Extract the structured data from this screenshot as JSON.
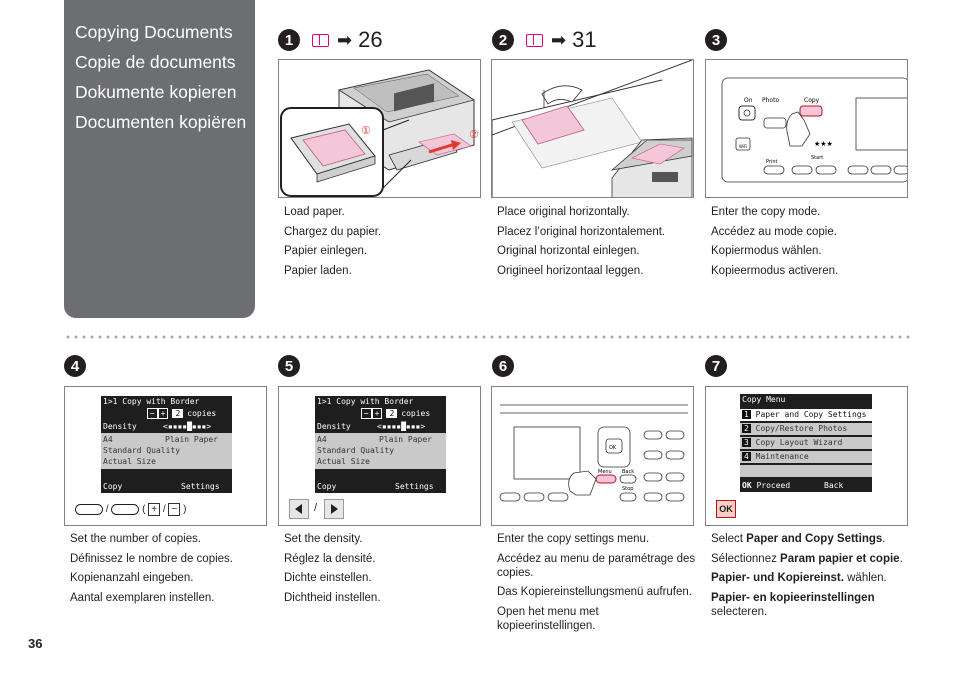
{
  "sidebar": {
    "titles": [
      "Copying Documents",
      "Copie de documents",
      "Dokumente kopieren",
      "Documenten kopiëren"
    ]
  },
  "steps": {
    "s1": {
      "num": "1",
      "ref": "26"
    },
    "s2": {
      "num": "2",
      "ref": "31"
    },
    "s3": {
      "num": "3"
    },
    "s4": {
      "num": "4"
    },
    "s5": {
      "num": "5"
    },
    "s6": {
      "num": "6"
    },
    "s7": {
      "num": "7"
    }
  },
  "captions": {
    "s1": [
      "Load paper.",
      "Chargez du papier.",
      "Papier einlegen.",
      "Papier laden."
    ],
    "s2": [
      "Place original horizontally.",
      "Placez l’original horizontalement.",
      "Original horizontal einlegen.",
      "Origineel horizontaal leggen."
    ],
    "s3": [
      "Enter the copy mode.",
      "Accédez au mode copie.",
      "Kopiermodus wählen.",
      "Kopieermodus activeren."
    ],
    "s4": [
      "Set the number of copies.",
      "Définissez le nombre de copies.",
      "Kopienanzahl eingeben.",
      "Aantal exemplaren instellen."
    ],
    "s5": [
      "Set the density.",
      "Réglez la densité.",
      "Dichte einstellen.",
      "Dichtheid instellen."
    ],
    "s6": [
      "Enter the copy settings menu.",
      "Accédez au menu de paramétrage des copies.",
      "Das Kopiereinstellungsmenü aufrufen.",
      "Open het menu met kopieerinstellingen."
    ],
    "s7": [
      {
        "pre": "Select ",
        "bold": "Paper and Copy Settings",
        "post": "."
      },
      {
        "pre": "Sélectionnez ",
        "bold": "Param papier et copie",
        "post": "."
      },
      {
        "pre": "",
        "bold": "Papier- und Kopiereinst.",
        "post": " wählen."
      },
      {
        "pre": "",
        "bold": "Papier- en kopieerinstellingen",
        "post": " selecteren."
      }
    ]
  },
  "figure1": {
    "callout1": "①",
    "callout2": "②"
  },
  "panel3": {
    "on": "On",
    "photo": "Photo",
    "copy": "Copy",
    "print": "Print",
    "start": "Start",
    "wifi": "WiFi"
  },
  "lcd": {
    "header": "1>1 Copy with Border",
    "copies_value": "2",
    "copies_label": "copies",
    "density": "Density",
    "paper_size": "A4",
    "paper_type": "Plain Paper",
    "quality": "Standard Quality",
    "size": "Actual Size",
    "copy_btn": "Copy",
    "settings_btn": "Settings"
  },
  "step4_keys": {
    "sep": "/",
    "open": "(",
    "close": ")",
    "plus": "+",
    "minus": "−"
  },
  "step5_keys": {
    "sep": "/"
  },
  "panel6": {
    "menu": "Menu",
    "back": "Back",
    "stop": "Stop",
    "ok": "OK"
  },
  "menu7": {
    "title": "Copy Menu",
    "items": [
      {
        "n": "1",
        "label": "Paper and Copy Settings"
      },
      {
        "n": "2",
        "label": "Copy/Restore Photos"
      },
      {
        "n": "3",
        "label": "Copy Layout Wizard"
      },
      {
        "n": "4",
        "label": "Maintenance"
      }
    ],
    "ok": "OK",
    "proceed": "Proceed",
    "back": "Back"
  },
  "ok_button": "OK",
  "page_number": "36"
}
